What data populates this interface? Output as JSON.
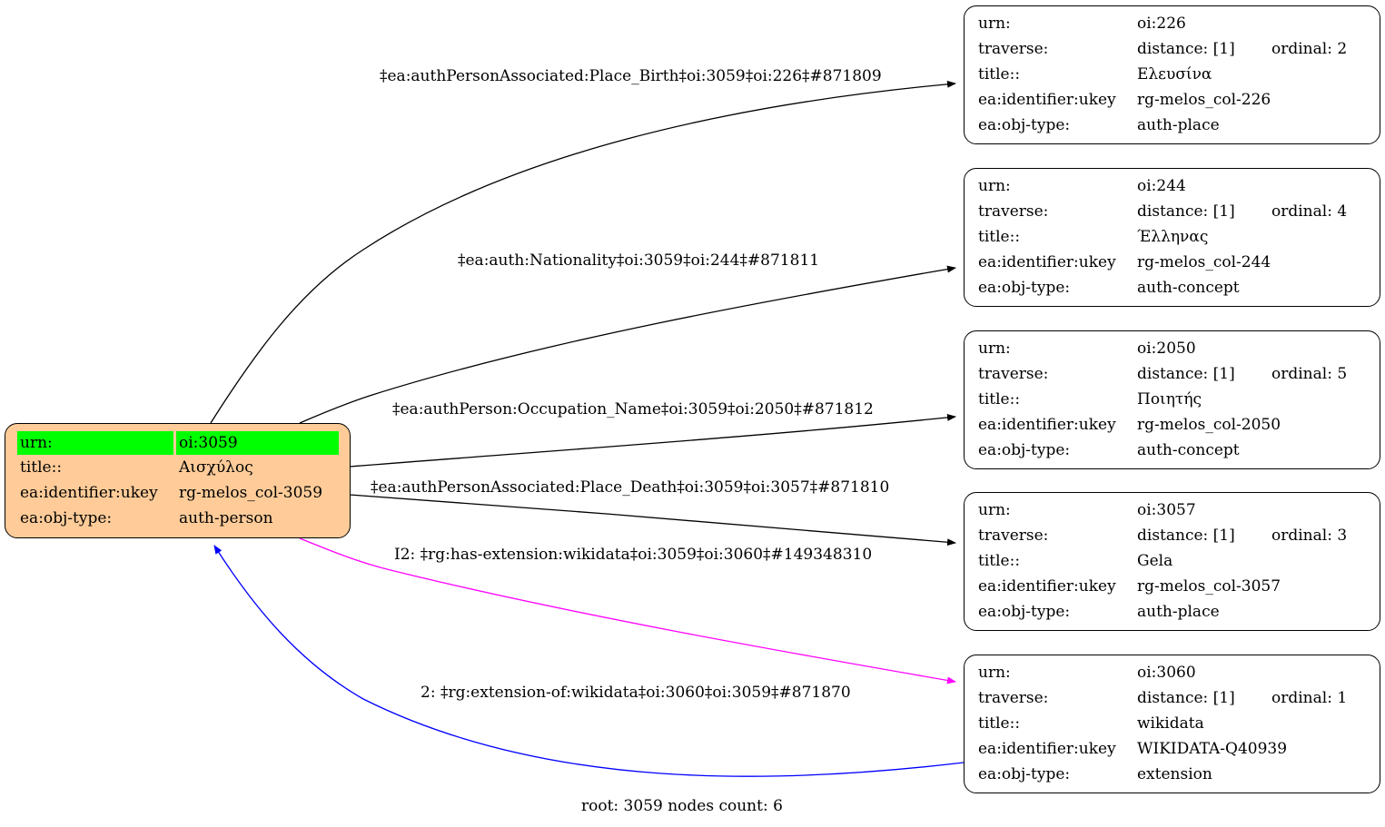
{
  "graph": {
    "footer": "root: 3059 nodes count: 6",
    "colors": {
      "root_fill": "#ffcc99",
      "highlight": "#00ff00",
      "edge_default": "#000000",
      "edge_extension": "#ff00ff",
      "edge_extension_of": "#0000ff"
    },
    "root_node": {
      "id": "oi:3059",
      "rows": [
        {
          "key": "urn:",
          "value": "oi:3059",
          "highlight": true
        },
        {
          "key": "title::",
          "value": "Αισχύλος"
        },
        {
          "key": "ea:identifier:ukey",
          "value": "rg-melos_col-3059"
        },
        {
          "key": "ea:obj-type:",
          "value": "auth-person"
        }
      ]
    },
    "nodes": [
      {
        "id": "oi:226",
        "urn": "oi:226",
        "distance": "distance: [1]",
        "ordinal": "ordinal: 2",
        "title": "Ελευσίνα",
        "ukey": "rg-melos_col-226",
        "obj_type": "auth-place"
      },
      {
        "id": "oi:244",
        "urn": "oi:244",
        "distance": "distance: [1]",
        "ordinal": "ordinal: 4",
        "title": "Έλληνας",
        "ukey": "rg-melos_col-244",
        "obj_type": "auth-concept"
      },
      {
        "id": "oi:2050",
        "urn": "oi:2050",
        "distance": "distance: [1]",
        "ordinal": "ordinal: 5",
        "title": "Ποιητής",
        "ukey": "rg-melos_col-2050",
        "obj_type": "auth-concept"
      },
      {
        "id": "oi:3057",
        "urn": "oi:3057",
        "distance": "distance: [1]",
        "ordinal": "ordinal: 3",
        "title": "Gela",
        "ukey": "rg-melos_col-3057",
        "obj_type": "auth-place"
      },
      {
        "id": "oi:3060",
        "urn": "oi:3060",
        "distance": "distance: [1]",
        "ordinal": "ordinal: 1",
        "title": "wikidata",
        "ukey": "WIKIDATA-Q40939",
        "obj_type": "extension"
      }
    ],
    "row_labels": {
      "urn": "urn:",
      "traverse": "traverse:",
      "title": "title::",
      "ukey": "ea:identifier:ukey",
      "obj_type": "ea:obj-type:"
    },
    "edges": [
      {
        "from": "oi:3059",
        "to": "oi:226",
        "label": "‡ea:authPersonAssociated:Place_Birth‡oi:3059‡oi:226‡#871809",
        "color": "#000000"
      },
      {
        "from": "oi:3059",
        "to": "oi:244",
        "label": "‡ea:auth:Nationality‡oi:3059‡oi:244‡#871811",
        "color": "#000000"
      },
      {
        "from": "oi:3059",
        "to": "oi:2050",
        "label": "‡ea:authPerson:Occupation_Name‡oi:3059‡oi:2050‡#871812",
        "color": "#000000"
      },
      {
        "from": "oi:3059",
        "to": "oi:3057",
        "label": "‡ea:authPersonAssociated:Place_Death‡oi:3059‡oi:3057‡#871810",
        "color": "#000000"
      },
      {
        "from": "oi:3059",
        "to": "oi:3060",
        "label": "I2: ‡rg:has-extension:wikidata‡oi:3059‡oi:3060‡#149348310",
        "color": "#ff00ff"
      },
      {
        "from": "oi:3060",
        "to": "oi:3059",
        "label": "2: ‡rg:extension-of:wikidata‡oi:3060‡oi:3059‡#871870",
        "color": "#0000ff"
      }
    ]
  }
}
